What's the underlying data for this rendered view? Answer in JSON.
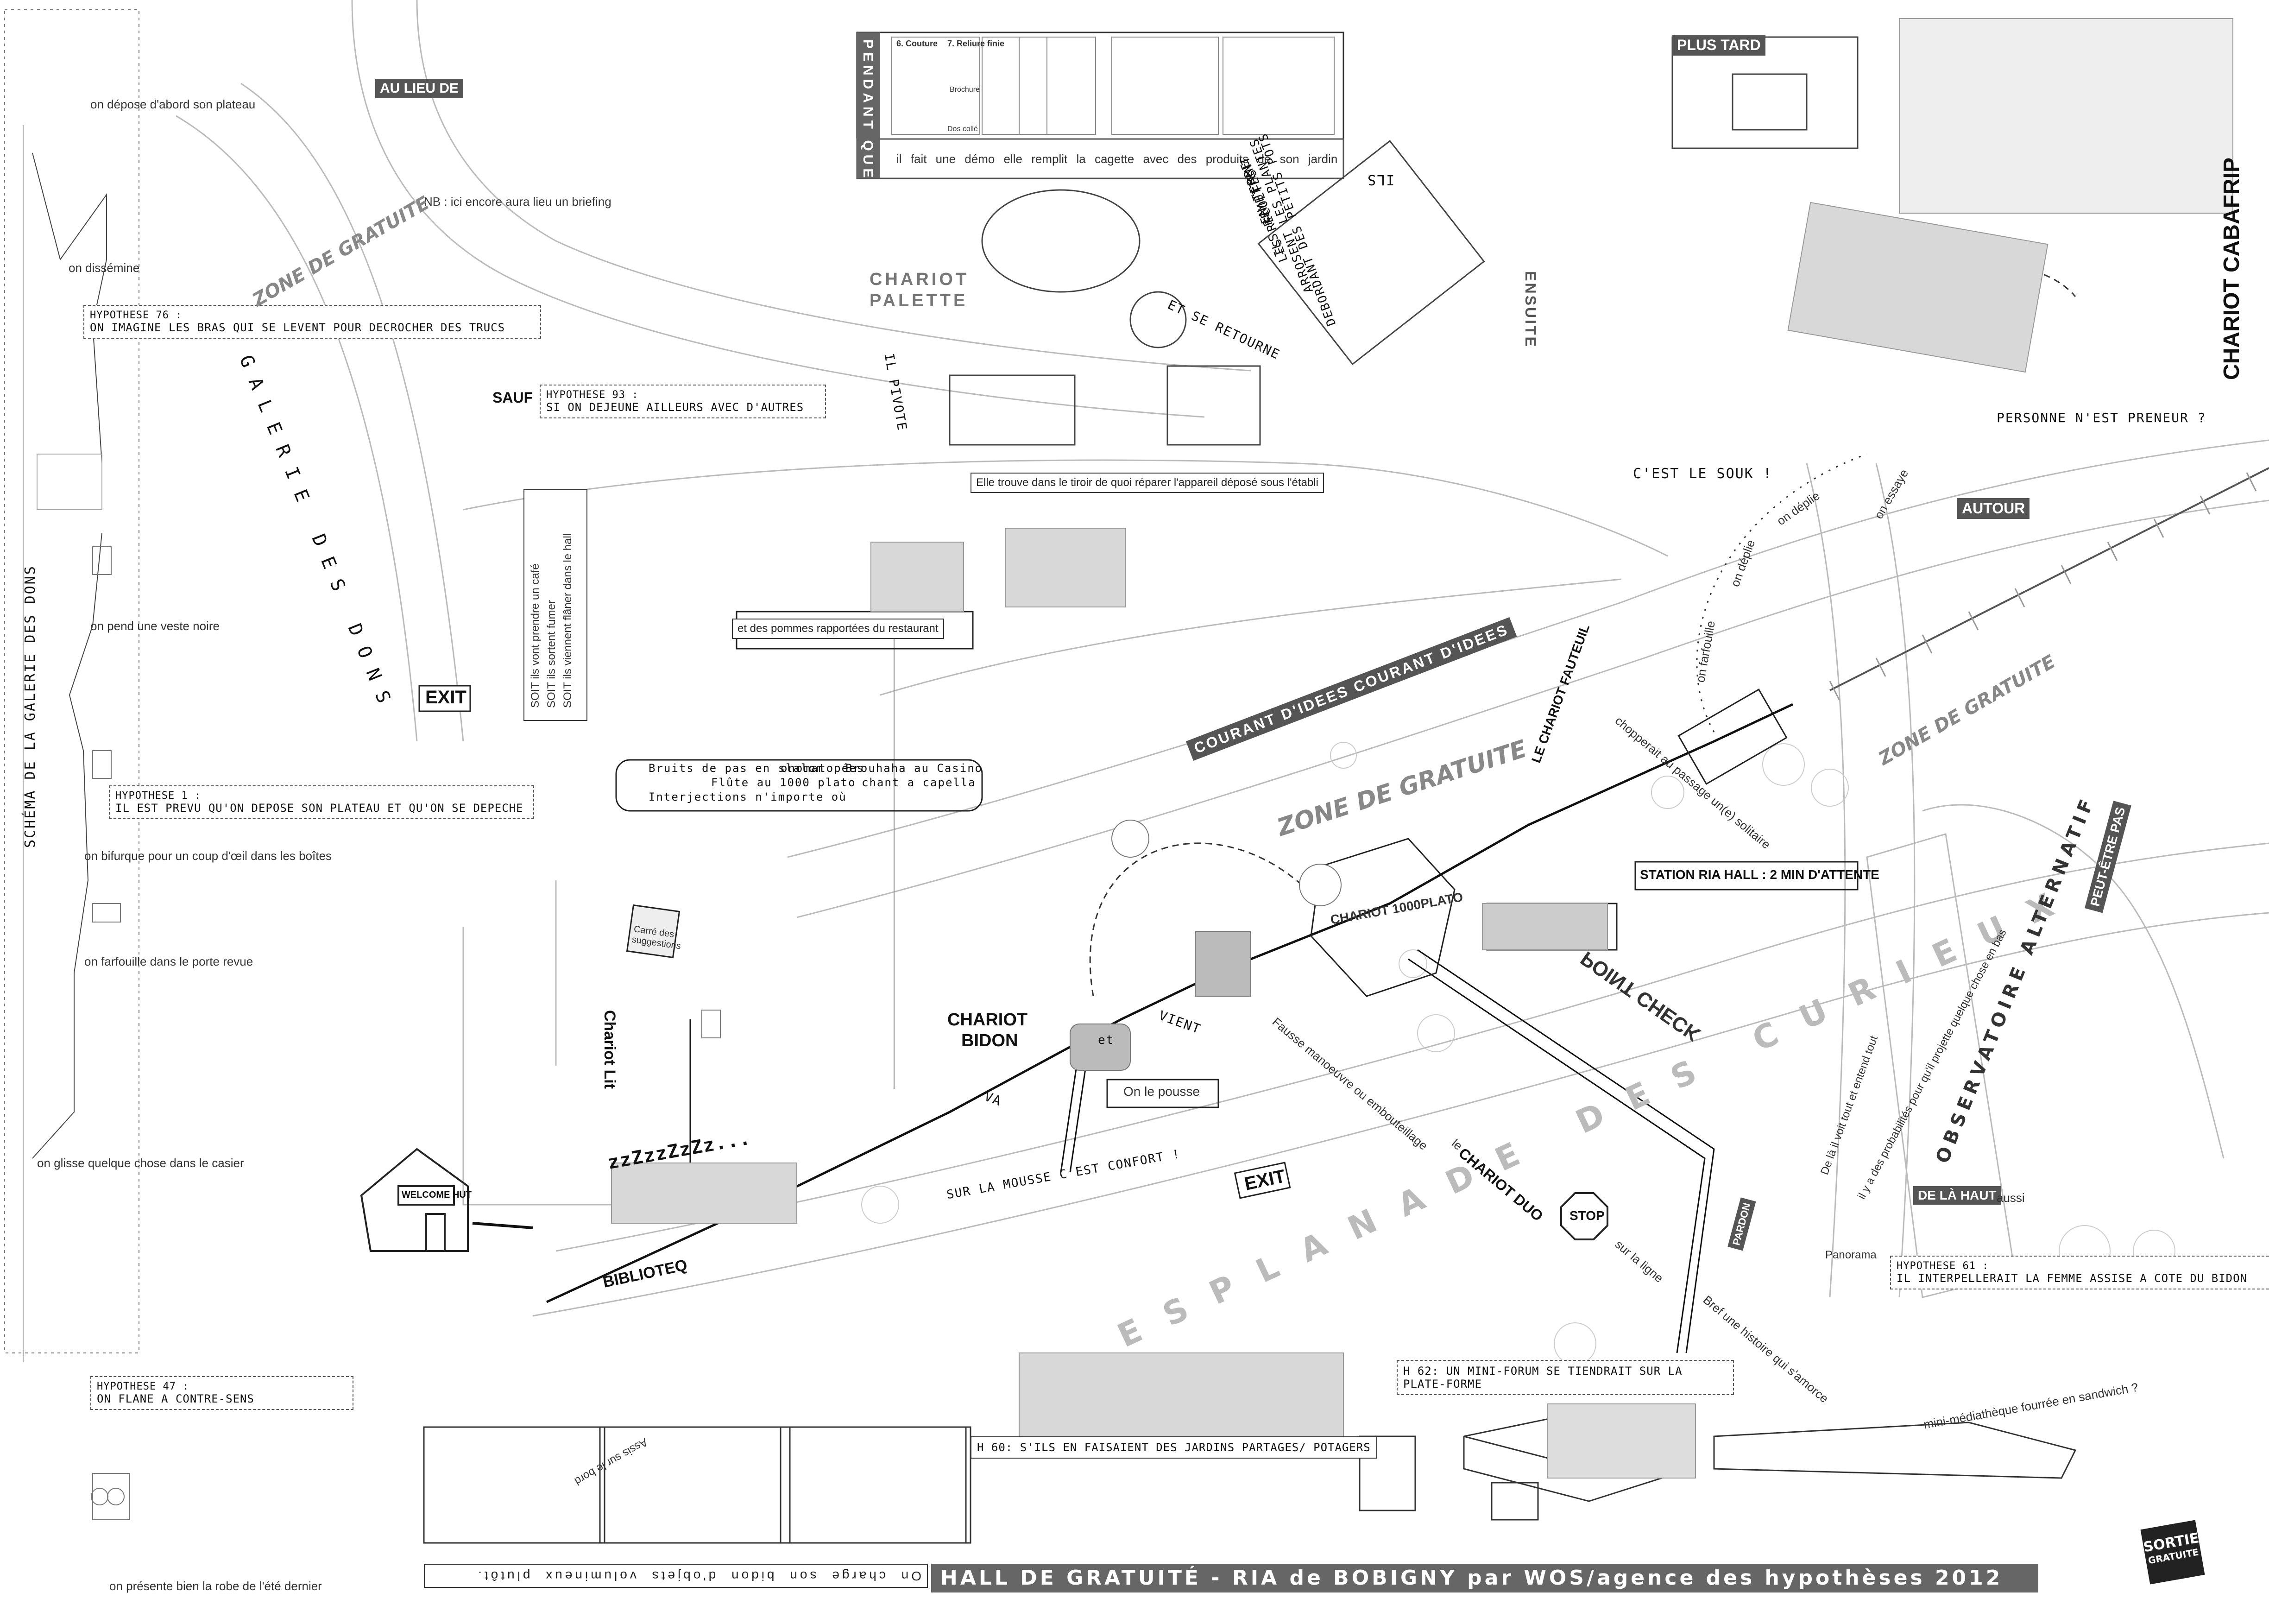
{
  "left_panel": {
    "title": "SCHÉMA DE LA GALERIE DES DONS",
    "steps": [
      "on dépose d'abord son plateau",
      "on dissémine",
      "on pend une veste noire",
      "on bifurque pour un coup d'œil dans les boîtes",
      "on farfouille dans le porte revue",
      "on glisse quelque chose dans le casier",
      "on présente bien la robe de l'été dernier"
    ],
    "hypotheses": [
      {
        "head": "HYPOTHESE 76 :",
        "body": "ON IMAGINE LES BRAS QUI SE LEVENT POUR DECROCHER DES TRUCS"
      },
      {
        "head": "HYPOTHESE 1 :",
        "body": "IL EST PREVU QU'ON DEPOSE SON PLATEAU ET QU'ON SE DEPECHE"
      },
      {
        "head": "HYPOTHESE 47 :",
        "body": "ON FLANE A CONTRE-SENS"
      }
    ]
  },
  "top_left": {
    "au_lieu_de": "AU LIEU DE",
    "nb": "NB : ici encore aura lieu un briefing",
    "sauf": "SAUF",
    "hyp93_head": "HYPOTHESE 93 :",
    "hyp93_body": "SI ON DEJEUNE AILLEURS AVEC D'AUTRES",
    "zone_gratuite": "ZONE DE GRATUITE",
    "galerie_des_dons": "GALERIE DES DONS",
    "exit": "EXIT",
    "soit_lines": [
      "SOIT ils vont prendre un café",
      "SOIT ils sortent fumer",
      "SOIT ils viennent flâner dans le hall"
    ]
  },
  "top_center": {
    "pendant_que": "PENDANT QUE",
    "manual_labels": [
      "6. Couture",
      "7. Reliure finie",
      "Brochure",
      "Dos collé"
    ],
    "demo_line": "il fait une démo elle remplit la cagette avec des produits de son jardin",
    "chariot_palette": [
      "CHARIOT",
      "PALETTE"
    ],
    "il_pivote": "IL PIVOTE",
    "et_se_retourne": "ET SE RETOURNE",
    "tiroir": "Elle trouve dans le tiroir de quoi réparer l'appareil déposé sous l'établi",
    "pommes": "et des pommes rapportées du restaurant",
    "ils_arrosent": [
      "ILS",
      "ARROSENT   LES   PLANTES",
      "DEBORDANT   DES   PETITS   POTS",
      "EN   TERRE",
      "ILS   REMETTENT",
      "LES   RECOLTES"
    ],
    "ensuite": "ENSUITE"
  },
  "top_right": {
    "plus_tard": "PLUS TARD",
    "chariot_cabafrip": "CHARIOT CABAFRIP",
    "personne": "PERSONNE N'EST PRENEUR ?",
    "cest_le_souk": "C'EST LE SOUK !",
    "deplie": [
      "on farfouille",
      "on déplie",
      "on déplie",
      "on essaye"
    ],
    "autour": "AUTOUR",
    "zone_gratuite": "ZONE DE GRATUITE"
  },
  "center": {
    "bruits": [
      "Bruits de pas en slalom",
      "onomatopées",
      "Brouhaha au Casino",
      "Flûte au 1000 plato",
      "chant a capella",
      "Interjections n'importe où"
    ],
    "courant": "COURANT D'IDEES COURANT D'IDEES",
    "zone_gratuite": "ZONE DE GRATUITE",
    "chariot_1000plato": "CHARIOT 1000PLATO",
    "chariot_fauteuil": "LE CHARIOT FAUTEUIL",
    "chopperait": "chopperait au passage un(e) solitaire",
    "station": "STATION RIA HALL : 2 MIN D'ATTENTE",
    "carre_suggestions": "Carré des suggestions",
    "chariot_bidon": [
      "CHARIOT",
      "BIDON"
    ],
    "on_le_pousse": "On le pousse",
    "va": "VA",
    "vient": "VIENT",
    "et": "et",
    "chariot_lit": "Chariot Lit",
    "zzz": "zzZzzZzZz...",
    "sur_la_mousse": "SUR LA MOUSSE C'EST CONFORT !",
    "welcome_hut": "WELCOME HUT",
    "biblioteq": "BIBLIOTEQ",
    "point_check": "POINT CHECK",
    "curieux": "CURIEUX",
    "esplanade": "ESPLANADE DES CURIEUX",
    "exit": "EXIT",
    "fausse_manoeuvre": "Fausse manoeuvre ou embouteillage",
    "le": "le",
    "chariot_duo": "CHARIOT DUO",
    "stop": "STOP",
    "sur_la_ligne": "sur la ligne",
    "bref": "Bref une histoire qui s'amorce",
    "pardon": "PARDON"
  },
  "right": {
    "peut_etre_pas": "PEUT-ÊTRE PAS",
    "observatoire": "OBSERVATOIRE ALTERNATIF",
    "de_la_il_voit": "De là il voit tout et entend tout",
    "probabilites": "il y a des probabilités pour qu'il projette quelque chose en bas",
    "de_la_haut": "DE LÀ HAUT",
    "aussi": "aussi",
    "panorama": "Panorama",
    "hyp61_head": "HYPOTHESE 61 :",
    "hyp61_body": "IL INTERPELLERAIT LA FEMME ASSISE A COTE DU BIDON",
    "mini_mediatheque": "mini-médiathèque fourrée en sandwich ?",
    "sortie": [
      "SORTIE",
      "GRATUITE"
    ]
  },
  "bottom": {
    "h60": "H 60: S'ILS EN FAISAIENT DES JARDINS PARTAGES/ POTAGERS",
    "h62": "H 62: UN MINI-FORUM SE TIENDRAIT SUR LA PLATE-FORME",
    "chargement": "On charge son bidon d'objets volumineux plutôt.",
    "assis": "Assis sur le bord",
    "title": "HALL DE GRATUITÉ - RIA de BOBIGNY par WOS/agence des hypothèses 2012"
  },
  "colors": {
    "ink": "#222222",
    "gray": "#777777",
    "tag_bg": "#555555",
    "paper": "#ffffff"
  }
}
